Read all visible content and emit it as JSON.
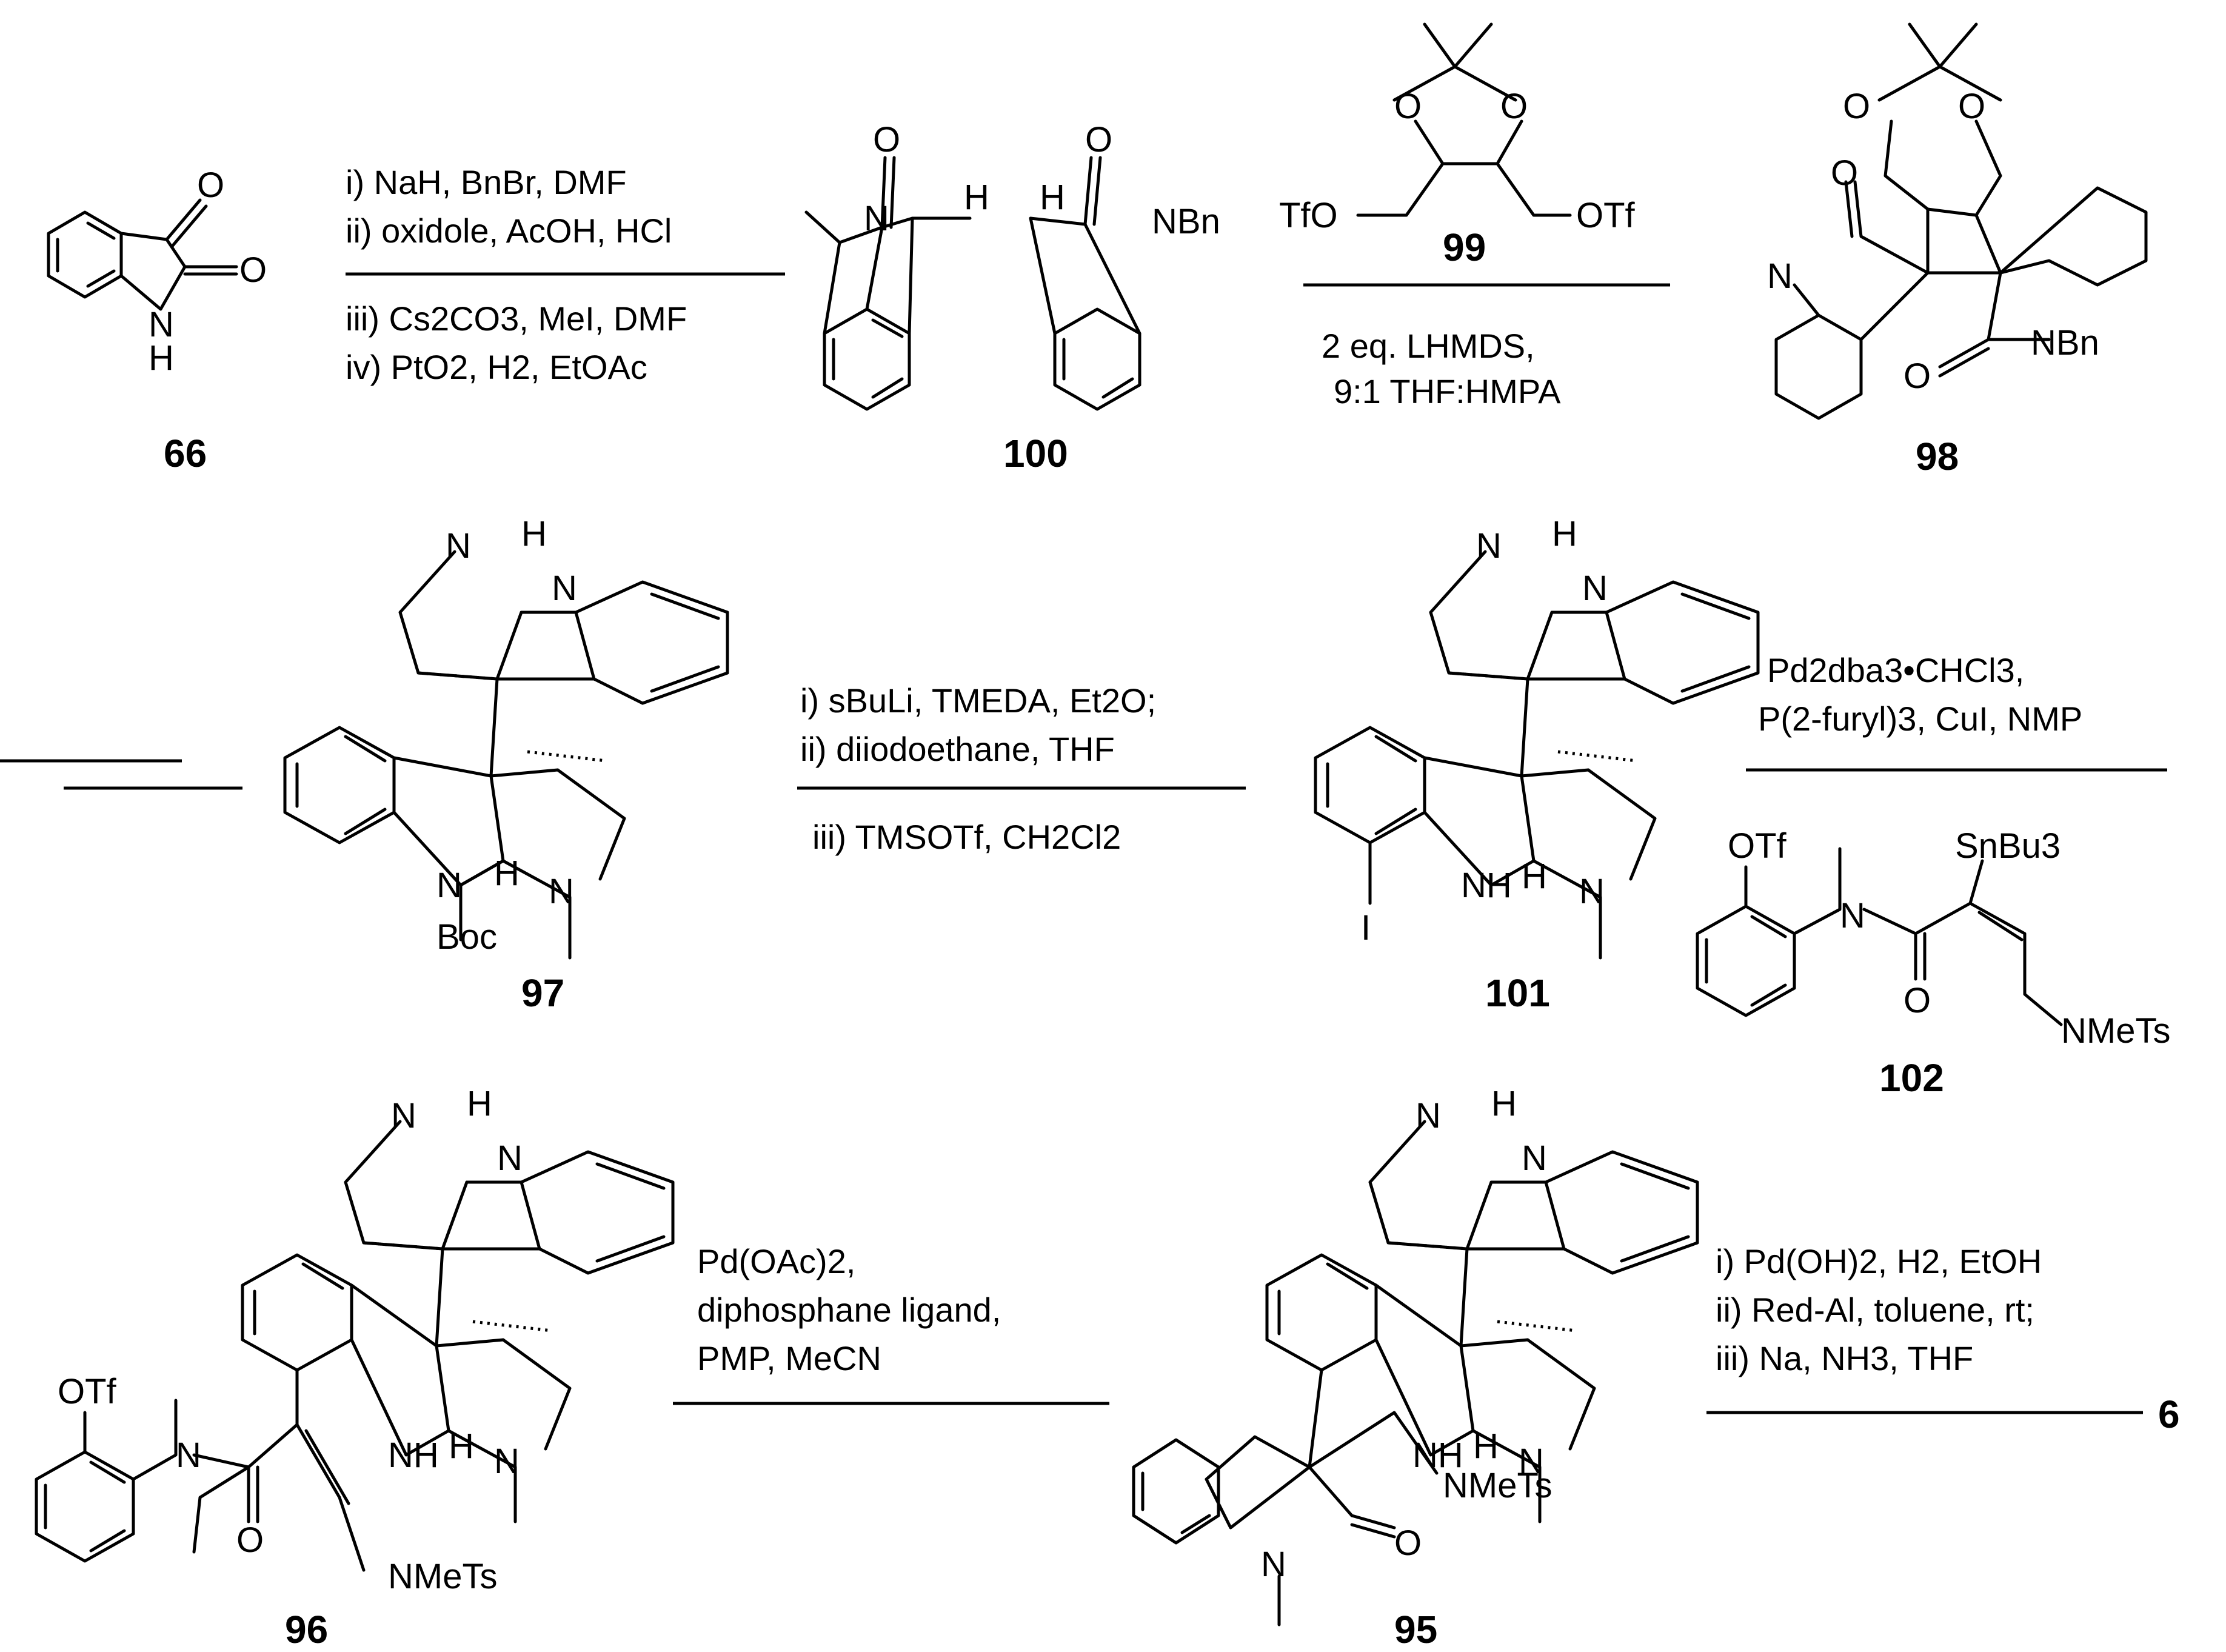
{
  "compounds": {
    "c66": "66",
    "c100": "100",
    "c99": "99",
    "c98": "98",
    "c97": "97",
    "c101": "101",
    "c102": "102",
    "c96": "96",
    "c95": "95",
    "c6": "6"
  },
  "step1": [
    "i) NaH, BnBr, DMF",
    "ii) oxidole, AcOH, HCl",
    "iii) Cs2CO3, MeI, DMF",
    "iv) PtO2, H2, EtOAc"
  ],
  "step2": [
    "2 eq. LHMDS,",
    "9:1 THF:HMPA"
  ],
  "step4": [
    "i) sBuLi, TMEDA, Et2O;",
    "ii) diiodoethane, THF",
    "iii) TMSOTf, CH2Cl2"
  ],
  "step5": [
    "Pd2dba3•CHCl3,",
    "P(2-furyl)3, CuI, NMP"
  ],
  "step6": [
    "Pd(OAc)2,",
    "diphosphane ligand,",
    "PMP, MeCN"
  ],
  "step7": [
    "i) Pd(OH)2, H2, EtOH",
    "ii) Red-Al, toluene, rt;",
    "iii) Na, NH3, THF"
  ],
  "groups": {
    "nbn": "NBn",
    "otf": "OTf",
    "tfo": "TfO",
    "boc": "Boc",
    "nmets": "NMeTs",
    "snbu3": "SnBu3",
    "o": "O",
    "n": "N",
    "h": "H",
    "nh": "NH",
    "i": "I"
  }
}
